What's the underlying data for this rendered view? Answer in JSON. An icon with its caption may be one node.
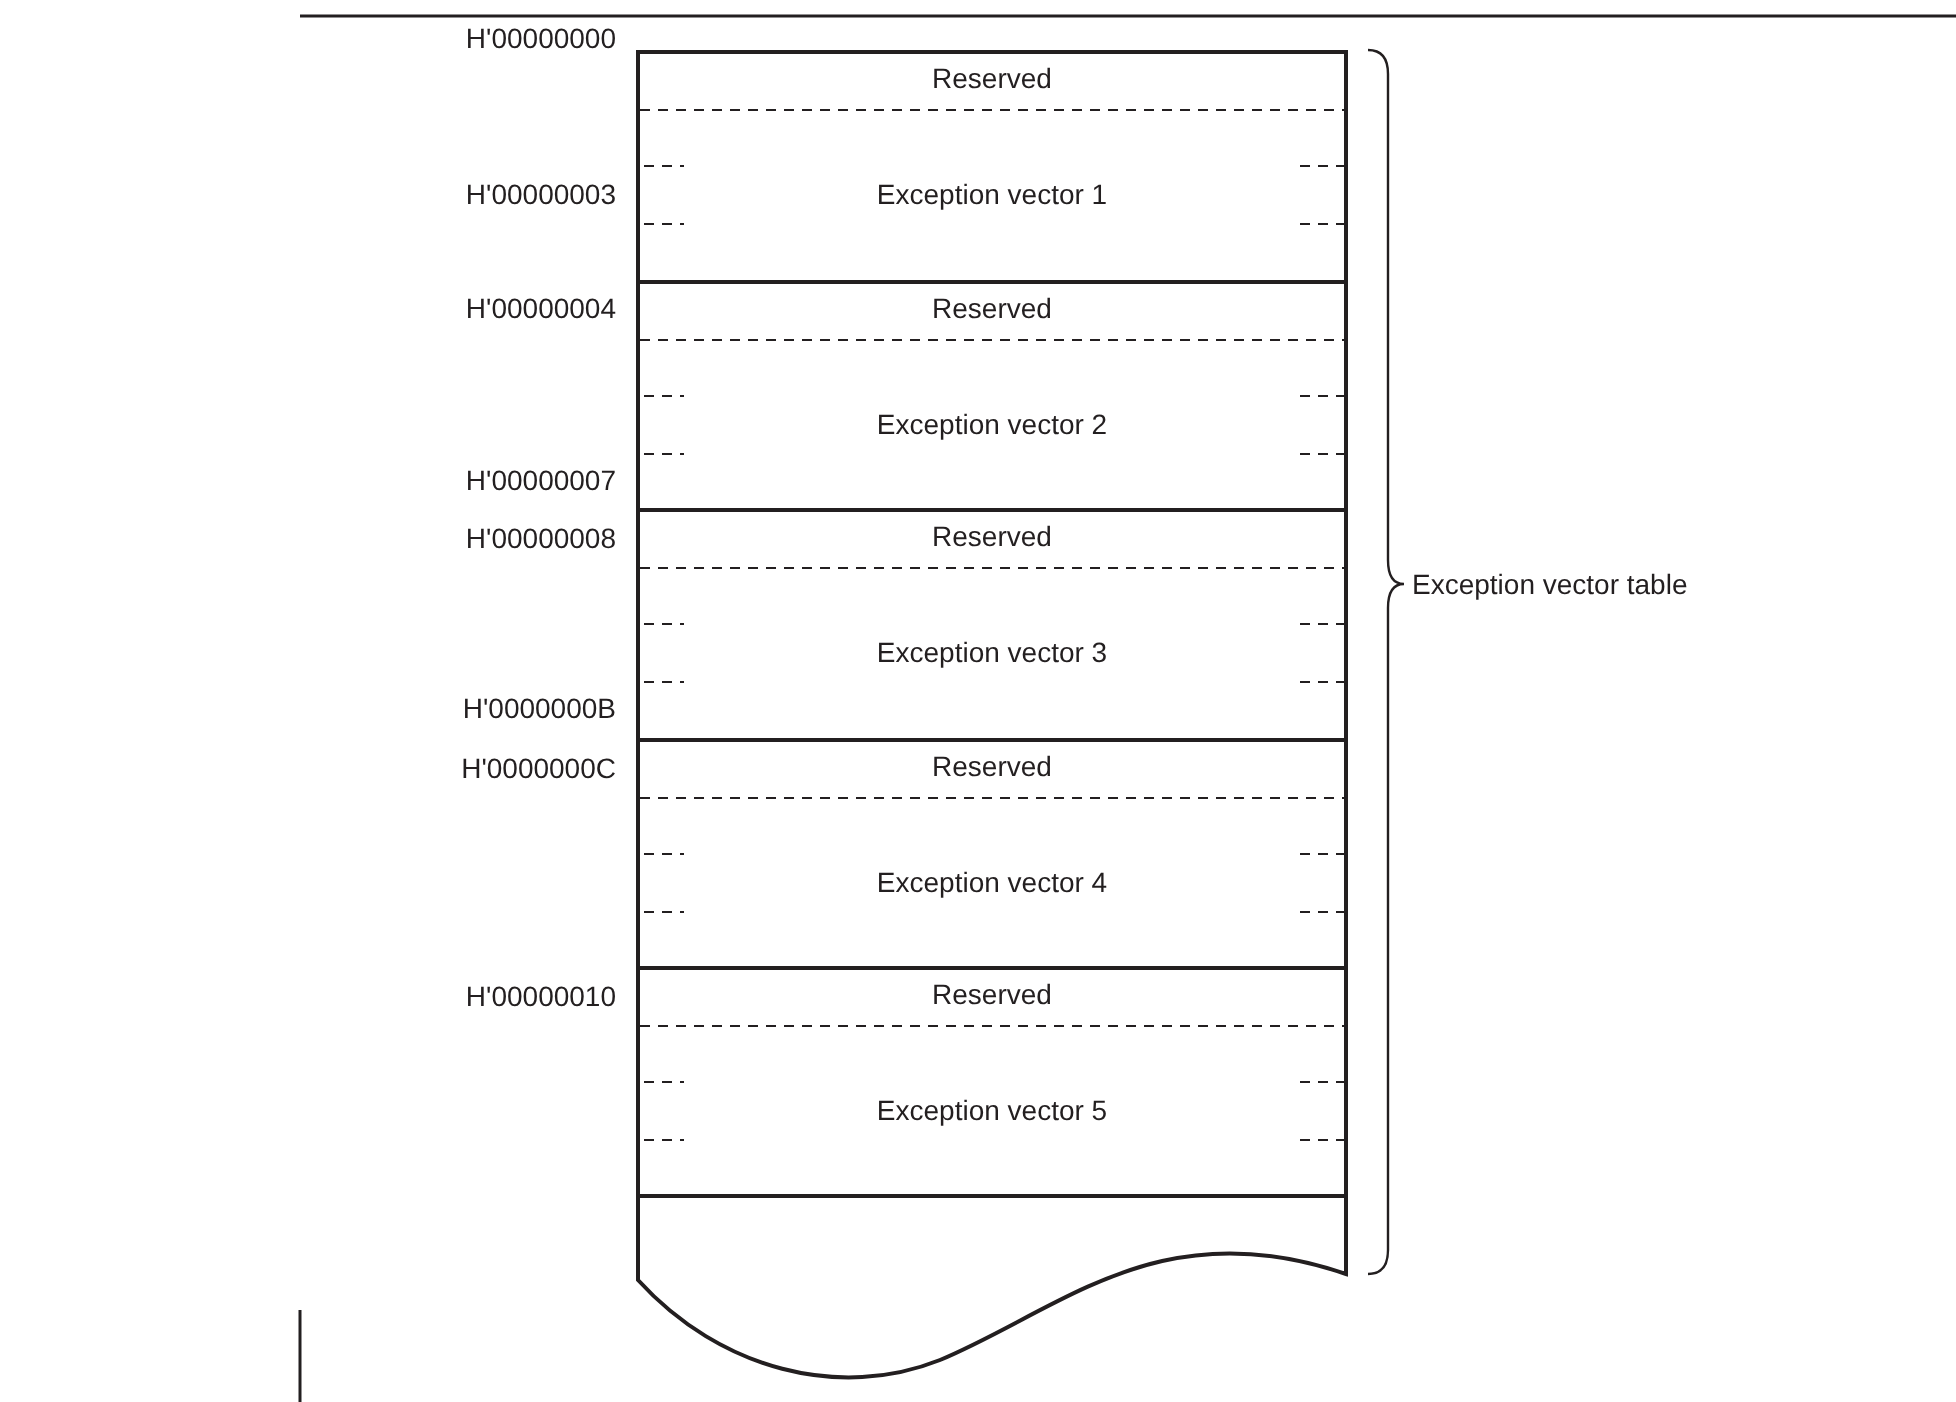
{
  "diagram": {
    "nodes": [
      {
        "text": [
          "Reserved",
          "Exception vector 1"
        ]
      },
      {
        "text": [
          "Reserved",
          "Exception vector 2"
        ]
      },
      {
        "text": [
          "Reserved",
          "Exception vector 3"
        ]
      },
      {
        "text": [
          "Reserved",
          "Exception vector 4"
        ]
      },
      {
        "text": [
          "Reserved",
          "Exception vector 5"
        ]
      }
    ],
    "edges": [],
    "labels": [
      "H'00000000",
      "H'00000003",
      "H'00000004",
      "H'00000007",
      "H'00000008",
      "H'0000000B",
      "H'0000000C",
      "H'00000010",
      "Exception vector table"
    ]
  }
}
